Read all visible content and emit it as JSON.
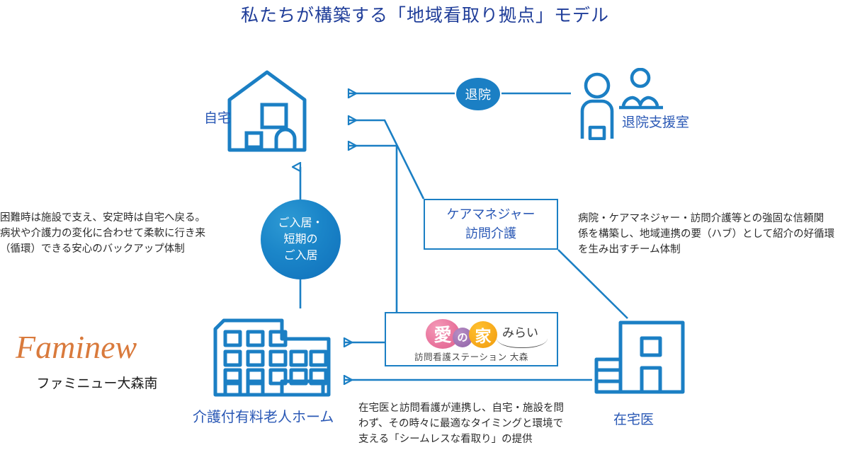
{
  "title": "私たちが構築する「地域看取り拠点」モデル",
  "colors": {
    "title_blue": "#1f3d99",
    "node_blue": "#2a58b5",
    "line_blue": "#1b7fc4",
    "circle_blue": "#1b86c9",
    "brand_orange": "#d97a3c",
    "logo_pink": "#e8739c",
    "logo_purple": "#9b6fb0",
    "logo_orange": "#f6a81a",
    "body_text": "#2b2b2b"
  },
  "nodes": {
    "home": {
      "label": "自宅",
      "icon": "house-icon"
    },
    "facility": {
      "label": "介護付有料老人ホーム",
      "icon": "apartment-building-icon"
    },
    "clinic": {
      "label": "在宅医",
      "icon": "clinic-building-icon"
    },
    "support_room": {
      "label": "退院支援室",
      "icon": "staff-at-desk-icon"
    }
  },
  "badges": {
    "discharge": "退院",
    "admission": {
      "line1": "ご入居・",
      "line2": "短期の",
      "line3": "ご入居"
    }
  },
  "boxes": {
    "care_manager": {
      "line1": "ケアマネジャー",
      "line2": "訪問介護"
    },
    "station": {
      "logo_chars": {
        "ai": "愛",
        "no": "の",
        "ie": "家"
      },
      "mirai": "みらい",
      "caption": "訪問看護ステーション 大森"
    }
  },
  "brand": {
    "wordmark": "Faminew",
    "name": "ファミニュー大森南"
  },
  "paragraphs": {
    "left": [
      "困難時は施設で支え、安定時は自宅へ戻る。",
      "病状や介護力の変化に合わせて柔軟に行き来",
      "（循環）できる安心のバックアップ体制"
    ],
    "right": [
      "病院・ケアマネジャー・訪問介護等との強固な信頼関",
      "係を構築し、地域連携の要（ハブ）として紹介の好循環",
      "を生み出すチーム体制"
    ],
    "bottom": [
      "在宅医と訪問看護が連携し、自宅・施設を問",
      "わず、その時々に最適なタイミングと環境で",
      "支える「シームレスな看取り」の提供"
    ]
  }
}
